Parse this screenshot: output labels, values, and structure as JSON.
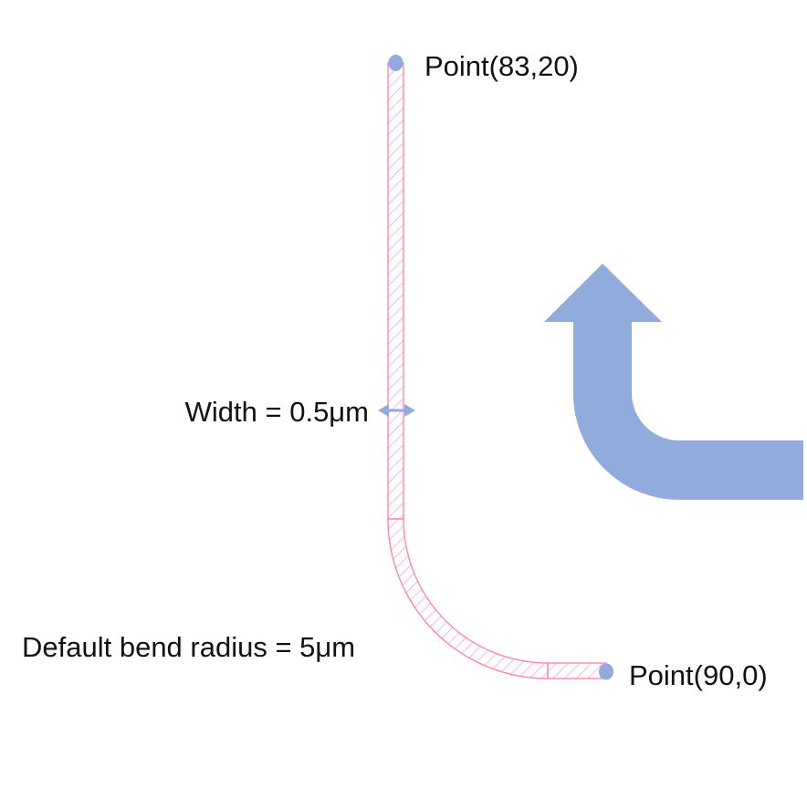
{
  "labels": {
    "start_point": "Point(83,20)",
    "end_point": "Point(90,0)",
    "width": "Width = 0.5μm",
    "bend_radius": "Default bend radius = 5μm"
  },
  "colors": {
    "waveguide_outline": "#ff7fa5",
    "hatch": "#ff7fa5",
    "accent": "#91abdc",
    "text": "#111111",
    "background": "#ffffff"
  },
  "icons": {
    "bend_direction": "bend-arrow-icon",
    "width_measure": "double-arrow-icon",
    "endpoint_marker": "dot-icon"
  }
}
